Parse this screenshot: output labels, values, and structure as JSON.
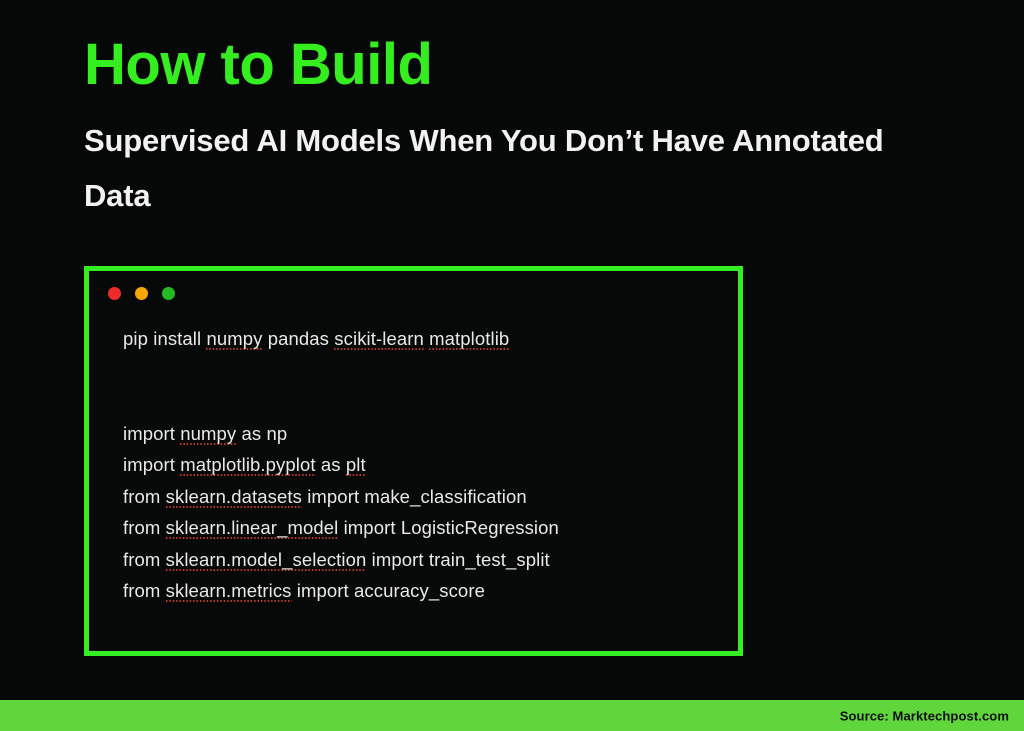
{
  "colors": {
    "background": "#060808",
    "title_green": "#35ee20",
    "border_green": "#33ee22",
    "footer_green": "#5fd63c",
    "code_text": "#e9e9e9",
    "subtitle_white": "#f2f2f2",
    "squiggle_red": "#c0392b",
    "dot_red": "#ee2a2a",
    "dot_yellow": "#f5a800",
    "dot_green": "#22bb22"
  },
  "header": {
    "title": "How to Build",
    "subtitle": "Supervised AI Models When You Don’t Have Annotated Data"
  },
  "code_window": {
    "dots": [
      {
        "name": "close",
        "color": "#ee2a2a"
      },
      {
        "name": "minimize",
        "color": "#f5a800"
      },
      {
        "name": "maximize",
        "color": "#22bb22"
      }
    ],
    "lines": [
      {
        "id": "line-1",
        "segments": [
          {
            "text": "pip install ",
            "squiggle": false
          },
          {
            "text": "numpy",
            "squiggle": true
          },
          {
            "text": " pandas ",
            "squiggle": false
          },
          {
            "text": "scikit-learn",
            "squiggle": true
          },
          {
            "text": " ",
            "squiggle": false
          },
          {
            "text": "matplotlib",
            "squiggle": true
          }
        ]
      },
      {
        "id": "line-2-spacer",
        "segments": []
      },
      {
        "id": "line-3-spacer",
        "segments": []
      },
      {
        "id": "line-4",
        "segments": [
          {
            "text": "import ",
            "squiggle": false
          },
          {
            "text": "numpy",
            "squiggle": true
          },
          {
            "text": " as np",
            "squiggle": false
          }
        ]
      },
      {
        "id": "line-5",
        "segments": [
          {
            "text": "import ",
            "squiggle": false
          },
          {
            "text": "matplotlib.pyplot",
            "squiggle": true
          },
          {
            "text": " as ",
            "squiggle": false
          },
          {
            "text": "plt",
            "squiggle": true
          }
        ]
      },
      {
        "id": "line-6",
        "segments": [
          {
            "text": "from ",
            "squiggle": false
          },
          {
            "text": "sklearn.datasets",
            "squiggle": true
          },
          {
            "text": " import make_classification",
            "squiggle": false
          }
        ]
      },
      {
        "id": "line-7",
        "segments": [
          {
            "text": "from ",
            "squiggle": false
          },
          {
            "text": "sklearn.linear_model",
            "squiggle": true
          },
          {
            "text": " import LogisticRegression",
            "squiggle": false
          }
        ]
      },
      {
        "id": "line-8",
        "segments": [
          {
            "text": "from ",
            "squiggle": false
          },
          {
            "text": "sklearn.model_selection",
            "squiggle": true
          },
          {
            "text": " import train_test_split",
            "squiggle": false
          }
        ]
      },
      {
        "id": "line-9",
        "segments": [
          {
            "text": "from ",
            "squiggle": false
          },
          {
            "text": "sklearn.metrics",
            "squiggle": true
          },
          {
            "text": " import accuracy_score",
            "squiggle": false
          }
        ]
      }
    ]
  },
  "footer": {
    "source": "Source: Marktechpost.com"
  }
}
